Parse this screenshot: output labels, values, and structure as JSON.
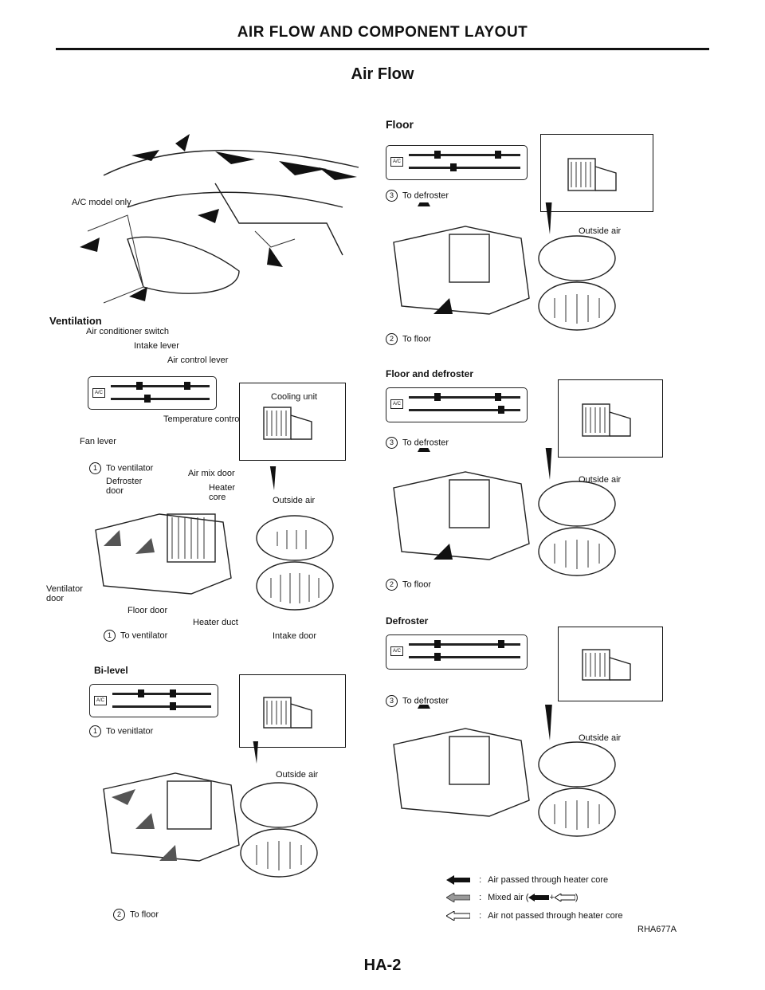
{
  "header": {
    "title": "AIR FLOW AND COMPONENT LAYOUT",
    "subtitle": "Air Flow"
  },
  "ventilation": {
    "heading": "Ventilation",
    "ac_model_only": "A/C model only",
    "callouts": {
      "air_conditioner_switch": "Air conditioner switch",
      "intake_lever": "Intake lever",
      "air_control_lever": "Air control lever",
      "temperature_control_lever": "Temperature control lever",
      "fan_lever": "Fan lever",
      "cooling_unit": "Cooling unit",
      "to_ventilator_top": "To ventilator",
      "defroster_door": "Defroster door",
      "air_mix_door": "Air mix door",
      "heater_core": "Heater core",
      "outside_air": "Outside air",
      "ventilator_door": "Ventilator door",
      "floor_door": "Floor door",
      "heater_duct": "Heater duct",
      "to_ventilator_bottom": "To ventilator",
      "intake_door": "Intake door"
    }
  },
  "bilevel": {
    "heading": "Bi-level",
    "to_ventilator": "To venitlator",
    "to_floor": "To floor",
    "outside_air": "Outside air"
  },
  "floor": {
    "heading": "Floor",
    "to_defroster": "To defroster",
    "to_floor": "To floor",
    "outside_air": "Outside air"
  },
  "floor_defroster": {
    "heading": "Floor and defroster",
    "to_defroster": "To defroster",
    "to_floor": "To floor",
    "outside_air": "Outside air"
  },
  "defroster": {
    "heading": "Defroster",
    "to_defroster": "To defroster",
    "outside_air": "Outside air"
  },
  "legend": {
    "hot": "Air passed through heater core",
    "mixed": "Mixed air (",
    "mixed_end": ")",
    "cold": "Air not passed through heater core"
  },
  "footer": {
    "page": "HA-2",
    "figure_code": "RHA677A"
  },
  "markers": {
    "one": "1",
    "two": "2",
    "three": "3"
  }
}
